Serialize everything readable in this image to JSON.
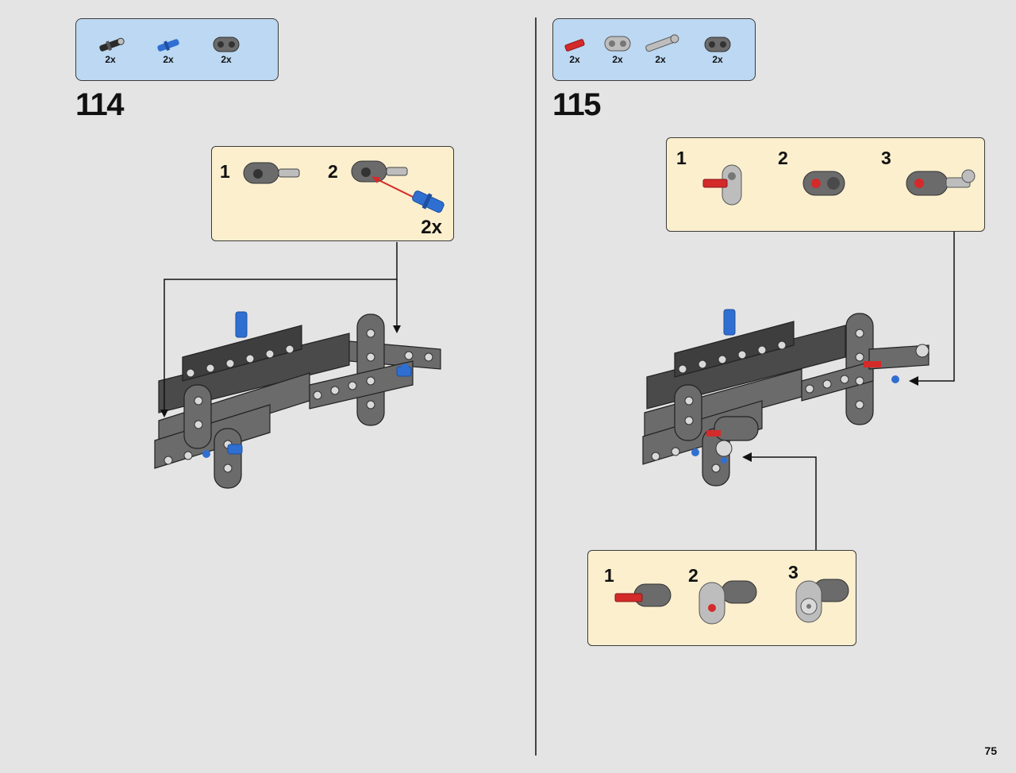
{
  "page_number": "75",
  "steps": [
    {
      "number": "114",
      "parts": [
        {
          "qty": "2x",
          "icon": "black-axle-pin-icon",
          "color": "#2b2b2b"
        },
        {
          "qty": "2x",
          "icon": "blue-axle-pin-icon",
          "color": "#2f6fd1"
        },
        {
          "qty": "2x",
          "icon": "dark-gray-beam-icon",
          "color": "#6b6b6b"
        }
      ],
      "substeps": [
        {
          "number": "1"
        },
        {
          "number": "2",
          "qty": "2x"
        }
      ]
    },
    {
      "number": "115",
      "parts": [
        {
          "qty": "2x",
          "icon": "red-axle-icon",
          "color": "#d42a2a"
        },
        {
          "qty": "2x",
          "icon": "light-gray-connector-icon",
          "color": "#bdbdbd"
        },
        {
          "qty": "2x",
          "icon": "light-gray-pin-icon",
          "color": "#bdbdbd"
        },
        {
          "qty": "2x",
          "icon": "dark-gray-beam-icon",
          "color": "#6b6b6b"
        }
      ],
      "substeps_top": [
        {
          "number": "1"
        },
        {
          "number": "2"
        },
        {
          "number": "3"
        }
      ],
      "substeps_bottom": [
        {
          "number": "1"
        },
        {
          "number": "2"
        },
        {
          "number": "3"
        }
      ]
    }
  ]
}
